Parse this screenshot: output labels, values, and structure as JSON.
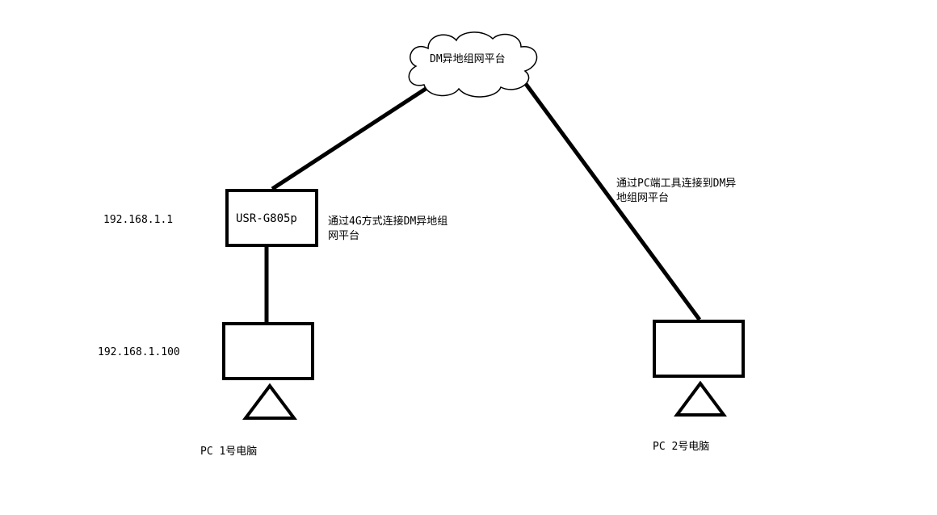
{
  "cloud": {
    "label": "DM异地组网平台"
  },
  "router": {
    "name": "USR-G805p",
    "ip": "192.168.1.1",
    "note": "通过4G方式连接DM异地组网平台"
  },
  "pc1": {
    "ip": "192.168.1.100",
    "name": "PC 1号电脑"
  },
  "pc2": {
    "name": "PC 2号电脑",
    "note": "通过PC端工具连接到DM异地组网平台"
  },
  "colors": {
    "stroke": "#000000",
    "background": "#ffffff"
  }
}
